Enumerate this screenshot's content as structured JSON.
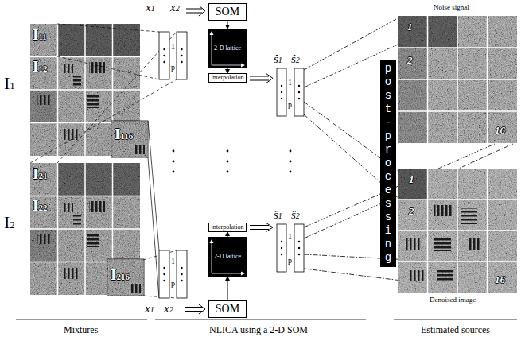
{
  "diagram": {
    "nodes": [
      {
        "text": [
          "I1",
          "I11",
          "I12",
          "I116"
        ]
      },
      {
        "text": [
          "I2",
          "I21",
          "I22",
          "I216"
        ]
      },
      {
        "text": [
          "SOM"
        ]
      },
      {
        "text": [
          "2-D lattice"
        ]
      },
      {
        "text": [
          "interpolation"
        ]
      },
      {
        "text": [
          "post-processing"
        ]
      },
      {
        "text": [
          "Noise signal",
          "1",
          "2",
          "16"
        ]
      },
      {
        "text": [
          "interpolation"
        ]
      },
      {
        "text": [
          "2-D lattice"
        ]
      },
      {
        "text": [
          "SOM"
        ]
      },
      {
        "text": [
          "Denoised image",
          "1",
          "2",
          "16"
        ]
      }
    ],
    "edges": [
      {
        "from": 2,
        "to": 3,
        "arrow": "to"
      },
      {
        "from": 3,
        "to": 4,
        "arrow": "to"
      },
      {
        "from": 9,
        "to": 8,
        "arrow": "to"
      },
      {
        "from": 8,
        "to": 7,
        "arrow": "to"
      }
    ],
    "labels": [
      "x1",
      "x2",
      "1",
      "p",
      "ŝ1",
      "ŝ2",
      "1",
      "p",
      "ŝ1",
      "ŝ2",
      "1",
      "p",
      "x1",
      "x2",
      "1",
      "p",
      "Mixtures",
      "NLICA using a 2-D SOM",
      "Estimated sources"
    ]
  }
}
